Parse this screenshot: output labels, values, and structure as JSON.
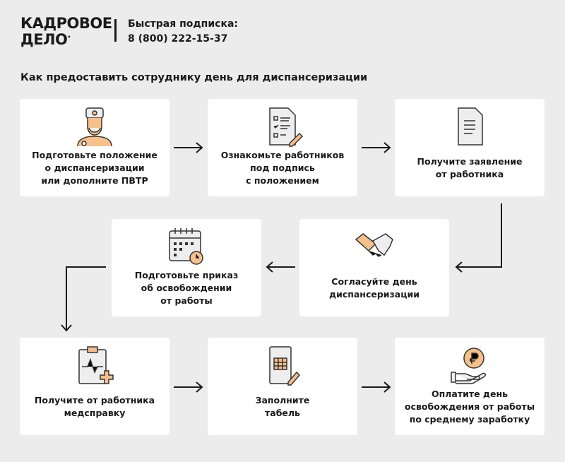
{
  "header": {
    "logo_line1": "КАДРОВОЕ",
    "logo_line2": "ДЕЛО",
    "subscribe_label": "Быстрая подписка:",
    "phone": "8 (800) 222-15-37"
  },
  "title": "Как предоставить сотруднику день для диспансеризации",
  "colors": {
    "background": "#ececec",
    "card": "#ffffff",
    "accent": "#f6c08a",
    "accent_dark": "#e59a3a",
    "text": "#1a1a1a"
  },
  "steps": [
    {
      "label": "Подготовьте положение\nо диспансеризации\nили дополните ПВТР",
      "icon": "doctor-icon"
    },
    {
      "label": "Ознакомьте работников\nпод подпись\nс положением",
      "icon": "checklist-icon"
    },
    {
      "label": "Получите заявление\nот работника",
      "icon": "document-icon"
    },
    {
      "label": "Согласуйте день\nдиспансеризации",
      "icon": "handshake-icon"
    },
    {
      "label": "Подготовьте приказ\nоб освобождении\nот работы",
      "icon": "calendar-icon"
    },
    {
      "label": "Получите от работника\nмедсправку",
      "icon": "medical-clipboard-icon"
    },
    {
      "label": "Заполните\nтабель",
      "icon": "timesheet-icon"
    },
    {
      "label": "Оплатите день\nосвобождения от работы\nпо среднему заработку",
      "icon": "ruble-coin-hand-icon"
    }
  ]
}
